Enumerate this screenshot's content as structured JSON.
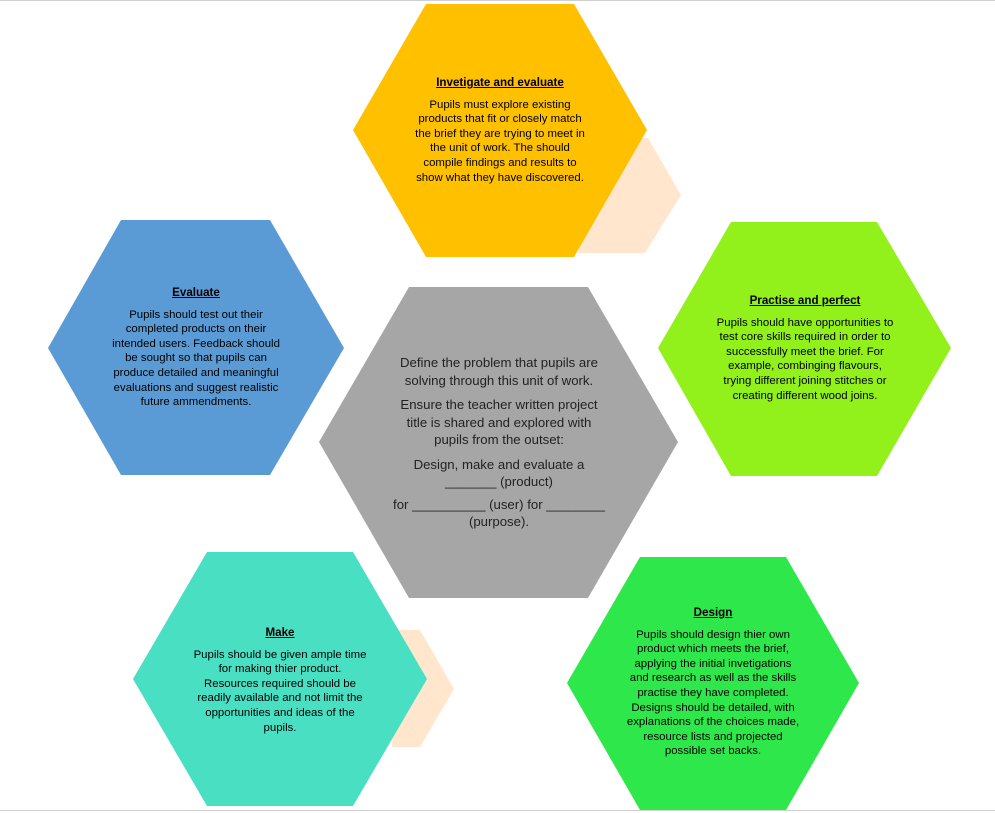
{
  "colors": {
    "investigate": "#FFC000",
    "practise": "#92F01B",
    "design": "#2EE84B",
    "make": "#48DFC3",
    "evaluate": "#5B9BD5",
    "center": "#A6A6A6",
    "connector": "#FFE6CC"
  },
  "hexagons": {
    "investigate": {
      "title": "Invetigate and evaluate",
      "lines": [
        "Pupils must explore existing",
        "products that fit or closely match",
        "the brief they are trying to meet in",
        "the unit of work.  The should",
        "compile findings and results to",
        "show what they have discovered."
      ]
    },
    "practise": {
      "title": "Practise and perfect",
      "lines": [
        "Pupils should have opportunities to",
        "test core skills required in order to",
        "successfully meet the brief. For",
        "example, combinging flavours,",
        "trying different joining stitches or",
        "creating different wood joins."
      ]
    },
    "design": {
      "title": "Design",
      "lines": [
        "Pupils should design thier own",
        "product which meets the brief,",
        "applying the initial invetigations",
        "and research as well as the skills",
        "practise they have completed.",
        "Designs should be detailed, with",
        "explanations of the choices made,",
        "resource lists and projected",
        "possible set backs."
      ]
    },
    "make": {
      "title": "Make",
      "lines": [
        "Pupils should be given ample time",
        "for making thier product.",
        "Resources required should be",
        "readily available and not limit the",
        "opportunities and ideas of the",
        "pupils."
      ]
    },
    "evaluate": {
      "title": "Evaluate",
      "lines": [
        "Pupils should test out their",
        "completed products on their",
        "intended users. Feedback should",
        "be sought so that pupils can",
        "produce detailed and meaningful",
        "evaluations and suggest realistic",
        "future ammendments."
      ]
    },
    "center": {
      "para1": [
        "Define the problem that pupils are",
        "solving through this unit of work."
      ],
      "para2": [
        "Ensure the teacher written project",
        "title is shared and explored with",
        "pupils from the outset:"
      ],
      "para3": [
        "Design, make and evaluate a",
        "_______ (product)",
        "for __________ (user) for ________",
        "(purpose)."
      ]
    }
  }
}
